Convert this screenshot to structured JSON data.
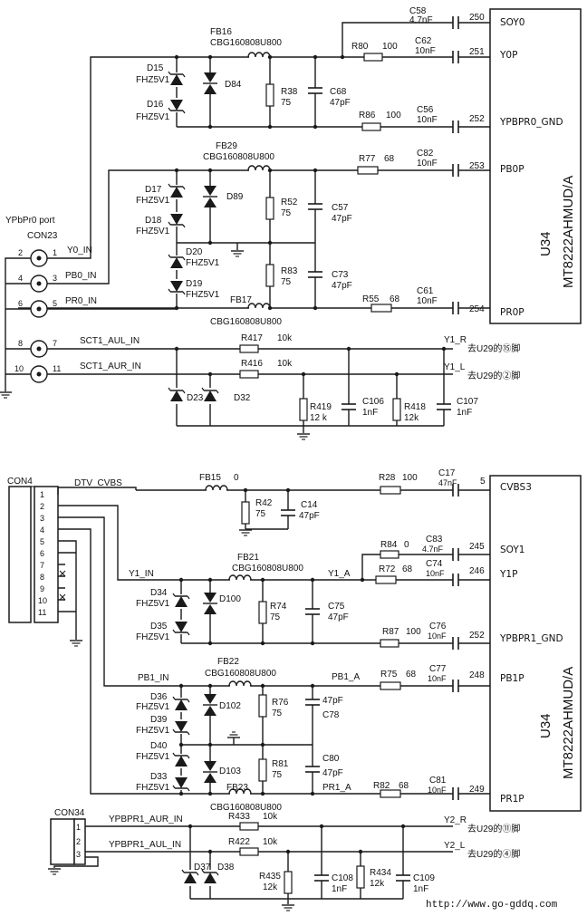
{
  "top": {
    "ports_title": "YPbPr0 port",
    "con": "CON23",
    "inputs": [
      {
        "pins": [
          "2",
          "1"
        ],
        "net": "Y0_IN"
      },
      {
        "pins": [
          "4",
          "3"
        ],
        "net": "PB0_IN"
      },
      {
        "pins": [
          "6",
          "5"
        ],
        "net": "PR0_IN"
      },
      {
        "pins": [
          "8",
          "7"
        ],
        "net": "SCT1_AUL_IN"
      },
      {
        "pins": [
          "10",
          "11"
        ],
        "net": "SCT1_AUR_IN"
      }
    ],
    "chip": {
      "ref": "U34",
      "part": "MT8222AHMUD/A",
      "pins": [
        {
          "num": "250",
          "name": "SOY0"
        },
        {
          "num": "251",
          "name": "Y0P"
        },
        {
          "num": "252",
          "name": "YPBPR0_GND"
        },
        {
          "num": "253",
          "name": "PB0P"
        },
        {
          "num": "254",
          "name": "PR0P"
        }
      ]
    },
    "parts": {
      "fb16": "FB16",
      "fb16_val": "CBG160808U800",
      "fb29": "FB29",
      "fb29_val": "CBG160808U800",
      "fb17": "FB17",
      "fb17_val": "CBG160808U800",
      "d15": "D15",
      "d15_val": "FHZ5V1",
      "d16": "D16",
      "d16_val": "FHZ5V1",
      "d84": "D84",
      "d17": "D17",
      "d17_val": "FHZ5V1",
      "d18": "D18",
      "d18_val": "FHZ5V1",
      "d89": "D89",
      "d20": "D20",
      "d20_val": "FHZ5V1",
      "d19": "D19",
      "d19_val": "FHZ5V1",
      "r38": "R38",
      "r38_val": "75",
      "r52": "R52",
      "r52_val": "75",
      "r83": "R83",
      "r83_val": "75",
      "c68": "C68",
      "c68_val": "47pF",
      "c57": "C57",
      "c57_val": "47pF",
      "c73": "C73",
      "c73_val": "47pF",
      "r80": "R80",
      "r80_val": "100",
      "r86": "R86",
      "r86_val": "100",
      "r77": "R77",
      "r77_val": "68",
      "r55": "R55",
      "r55_val": "68",
      "c58": "C58",
      "c58_val": "4.7nF",
      "c62": "C62",
      "c62_val": "10nF",
      "c56": "C56",
      "c56_val": "10nF",
      "c82": "C82",
      "c82_val": "10nF",
      "c61": "C61",
      "c61_val": "10nF",
      "r417": "R417",
      "r417_val": "10k",
      "r416": "R416",
      "r416_val": "10k",
      "r419": "R419",
      "r419_val": "12 k",
      "r418": "R418",
      "r418_val": "12k",
      "c106": "C106",
      "c106_val": "1nF",
      "c107": "C107",
      "c107_val": "1nF",
      "d23": "D23",
      "d32": "D32"
    },
    "y1r": "Y1_R",
    "y1r_note": "去U29的⑮脚",
    "y1l": "Y1_L",
    "y1l_note": "去U29的②脚"
  },
  "bottom": {
    "con4": "CON4",
    "con4_pins": [
      "1",
      "2",
      "3",
      "4",
      "5",
      "6",
      "7",
      "8",
      "9",
      "10",
      "11"
    ],
    "nets": {
      "dtv": "DTV_CVBS",
      "y1in": "Y1_IN",
      "y1a": "Y1_A",
      "pb1in": "PB1_IN",
      "pb1a": "PB1_A",
      "pr1a": "PR1_A"
    },
    "chip": {
      "ref": "U34",
      "part": "MT8222AHMUD/A",
      "pins": [
        {
          "num": "5",
          "name": "CVBS3"
        },
        {
          "num": "245",
          "name": "SOY1"
        },
        {
          "num": "246",
          "name": "Y1P"
        },
        {
          "num": "252",
          "name": "YPBPR1_GND"
        },
        {
          "num": "248",
          "name": "PB1P"
        },
        {
          "num": "249",
          "name": "PR1P"
        }
      ]
    },
    "parts": {
      "fb15": "FB15",
      "fb15_val": "0",
      "r42": "R42",
      "r42_val": "75",
      "c14": "C14",
      "c14_val": "47pF",
      "r28": "R28",
      "r28_val": "100",
      "c17": "C17",
      "c17_val": "47nF",
      "fb21": "FB21",
      "fb21_val": "CBG160808U800",
      "fb22": "FB22",
      "fb22_val": "CBG160808U800",
      "fb23": "FB23",
      "fb23_val": "CBG160808U800",
      "d34": "D34",
      "d34_val": "FHZ5V1",
      "d35": "D35",
      "d35_val": "FHZ5V1",
      "d100": "D100",
      "d36": "D36",
      "d36_val": "FHZ5V1",
      "d39": "D39",
      "d39_val": "FHZ5V1",
      "d40": "D40",
      "d40_val": "FHZ5V1",
      "d33": "D33",
      "d33_val": "FHZ5V1",
      "d102": "D102",
      "d103": "D103",
      "r74": "R74",
      "r74_val": "75",
      "r76": "R76",
      "r76_val": "75",
      "r81": "R81",
      "r81_val": "75",
      "c75": "C75",
      "c75_val": "47pF",
      "c78": "C78",
      "c78_val": "47pF",
      "c80": "C80",
      "c80_val": "47pF",
      "r84": "R84",
      "r84_val": "0",
      "r72": "R72",
      "r72_val": "68",
      "r87": "R87",
      "r87_val": "100",
      "r75": "R75",
      "r75_val": "68",
      "r82": "R82",
      "r82_val": "68",
      "c83": "C83",
      "c83_val": "4.7nF",
      "c74": "C74",
      "c74_val": "10nF",
      "c76": "C76",
      "c76_val": "10nF",
      "c77": "C77",
      "c77_val": "10nF",
      "c81": "C81",
      "c81_val": "10nF",
      "con34": "CON34",
      "con34_pins": [
        "1",
        "2",
        "3"
      ],
      "aur": "YPBPR1_AUR_IN",
      "aul": "YPBPR1_AUL_IN",
      "r433": "R433",
      "r433_val": "10k",
      "r422": "R422",
      "r422_val": "10k",
      "r435": "R435",
      "r435_val": "12k",
      "r434": "R434",
      "r434_val": "12k",
      "c108": "C108",
      "c108_val": "1nF",
      "c109": "C109",
      "c109_val": "1nF",
      "d37": "D37",
      "d38": "D38"
    },
    "y2r": "Y2_R",
    "y2r_note": "去U29的⑪脚",
    "y2l": "Y2_L",
    "y2l_note": "去U29的④脚"
  },
  "watermark": "http://www.go-gddq.com"
}
